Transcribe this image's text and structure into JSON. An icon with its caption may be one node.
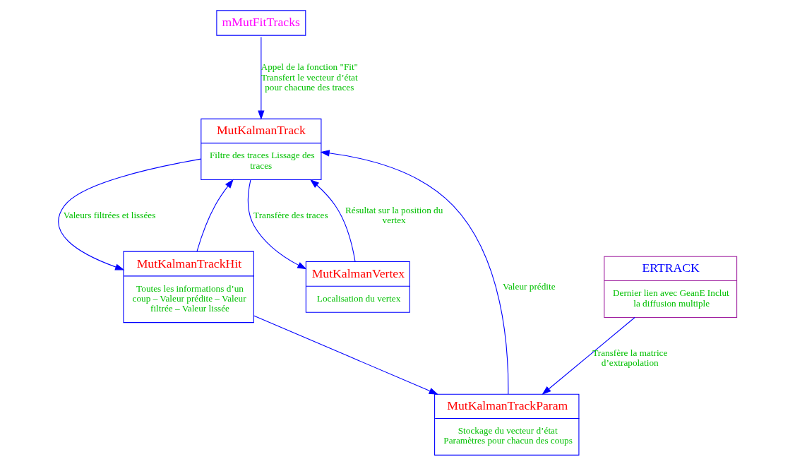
{
  "diagram": {
    "nodes": [
      {
        "text": [
          "mMutFitTracks"
        ]
      },
      {
        "text": [
          "ERTRACK",
          "Dernier lien avec GeanE Inclut la diffusion multiple"
        ]
      },
      {
        "text": [
          "MutKalmanTrack",
          "Filtre des traces Lissage des traces"
        ]
      },
      {
        "text": [
          "MutKalmanTrackHit",
          "Toutes les informations d’un coup – Valeur prédite – Valeur filtrée – Valeur lissée"
        ]
      },
      {
        "text": [
          "MutKalmanTrackParam",
          "Stockage du vecteur d’état Paramètres pour chacun des coups"
        ]
      },
      {
        "text": [
          "MutKalmanVertex",
          "Localisation du vertex"
        ]
      }
    ],
    "edges": [
      {
        "from": 0,
        "to": 2,
        "arrow": "to",
        "label": "Appel de la fonction \"Fit\" Transfert le vecteur d’état pour chacune des traces"
      },
      {
        "from": 2,
        "to": 3,
        "arrow": "to",
        "label": "Valeurs filtrées et lissées"
      },
      {
        "from": 3,
        "to": 2,
        "arrow": "to"
      },
      {
        "from": 1,
        "to": 4,
        "arrow": "to",
        "label": "Transfère la matrice d’extrapolation"
      },
      {
        "from": 3,
        "to": 4,
        "arrow": "to"
      },
      {
        "from": 4,
        "to": 2,
        "arrow": "to",
        "label": "Valeur prédite"
      },
      {
        "from": 2,
        "to": 5,
        "arrow": "to",
        "label": "Transfère des traces"
      },
      {
        "from": 5,
        "to": 2,
        "arrow": "to",
        "label": "Résultat sur la position du vertex"
      }
    ]
  }
}
